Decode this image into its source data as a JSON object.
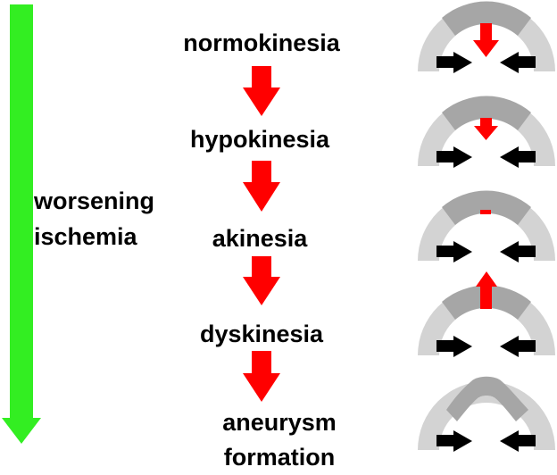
{
  "axis_label": [
    "worsening",
    "ischemia"
  ],
  "stages": [
    {
      "label": "normokinesia",
      "wall_motion": "inward"
    },
    {
      "label": "hypokinesia",
      "wall_motion": "reduced inward"
    },
    {
      "label": "akinesia",
      "wall_motion": "none"
    },
    {
      "label": "dyskinesia",
      "wall_motion": "outward"
    },
    {
      "label": "aneurysm formation",
      "label_lines": [
        "aneurysm",
        "formation"
      ],
      "wall_motion": "bulge"
    }
  ],
  "colors": {
    "progression_arrow": "#33ee22",
    "flow_arrow": "#ff0000",
    "motion_arrow": "#ff0000",
    "wall_outer": "#d3d3d3",
    "wall_inner": "#a6a6a6",
    "force_arrow": "#000000"
  }
}
